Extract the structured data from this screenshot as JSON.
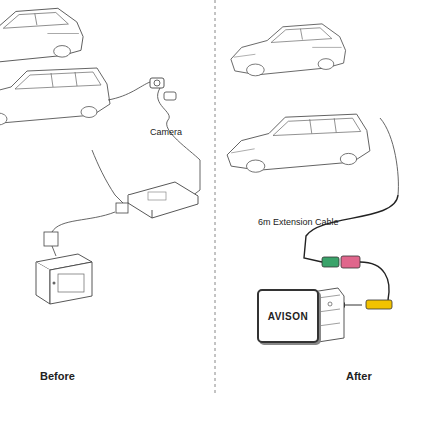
{
  "diagram": {
    "nodes": [
      {
        "text": [
          "AVISON"
        ]
      }
    ],
    "labels": [
      "Camera",
      "6m Extension Cable",
      "Before",
      "After"
    ]
  }
}
